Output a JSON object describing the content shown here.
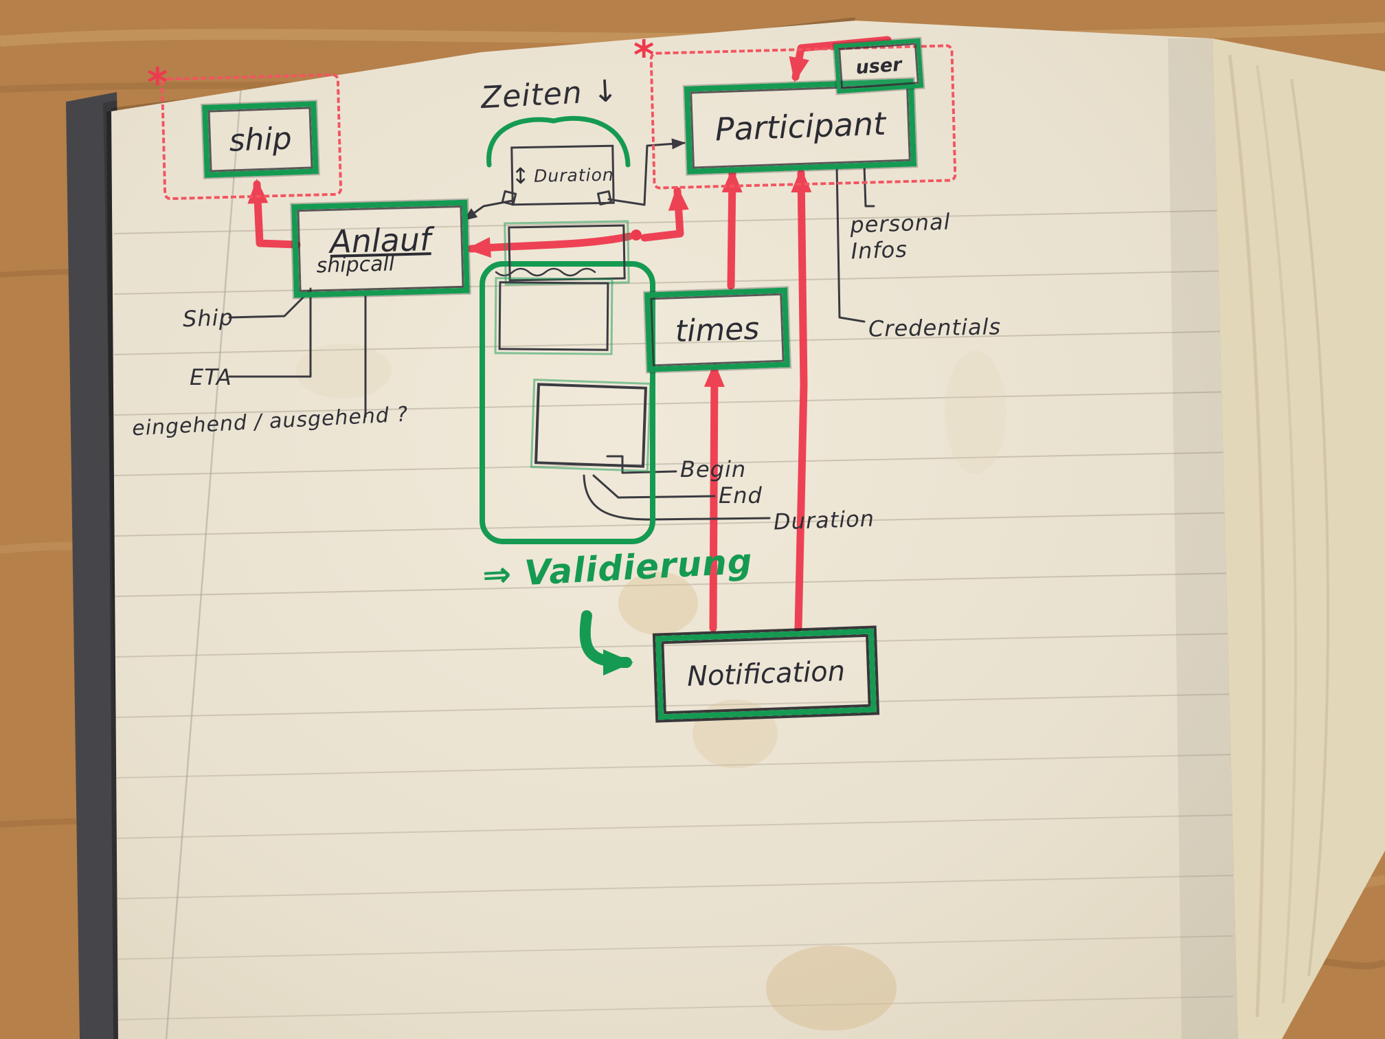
{
  "diagram": {
    "entities": {
      "ship": {
        "label": "ship"
      },
      "anlauf": {
        "label": "Anlauf",
        "sublabel": "shipcall"
      },
      "duration_box": {
        "label": "Duration",
        "updown": "↕"
      },
      "participant": {
        "label": "Participant"
      },
      "user": {
        "label": "user"
      },
      "times": {
        "label": "times"
      },
      "notification": {
        "label": "Notification"
      }
    },
    "annotations": {
      "zeiten": "Zeiten ↓",
      "validierung": "⇒ Validierung",
      "star": "*"
    },
    "attributes": {
      "ship": "Ship",
      "eta": "ETA",
      "inout": "eingehend / ausgehend ?",
      "begin": "Begin",
      "end": "End",
      "duration": "Duration",
      "personal": "personal\nInfos",
      "credentials": "Credentials"
    },
    "colors": {
      "marker_green": "#159a52",
      "marker_red": "#ee3a4e",
      "ink_black": "#2f2f36",
      "paper": "#eae3d2"
    }
  }
}
